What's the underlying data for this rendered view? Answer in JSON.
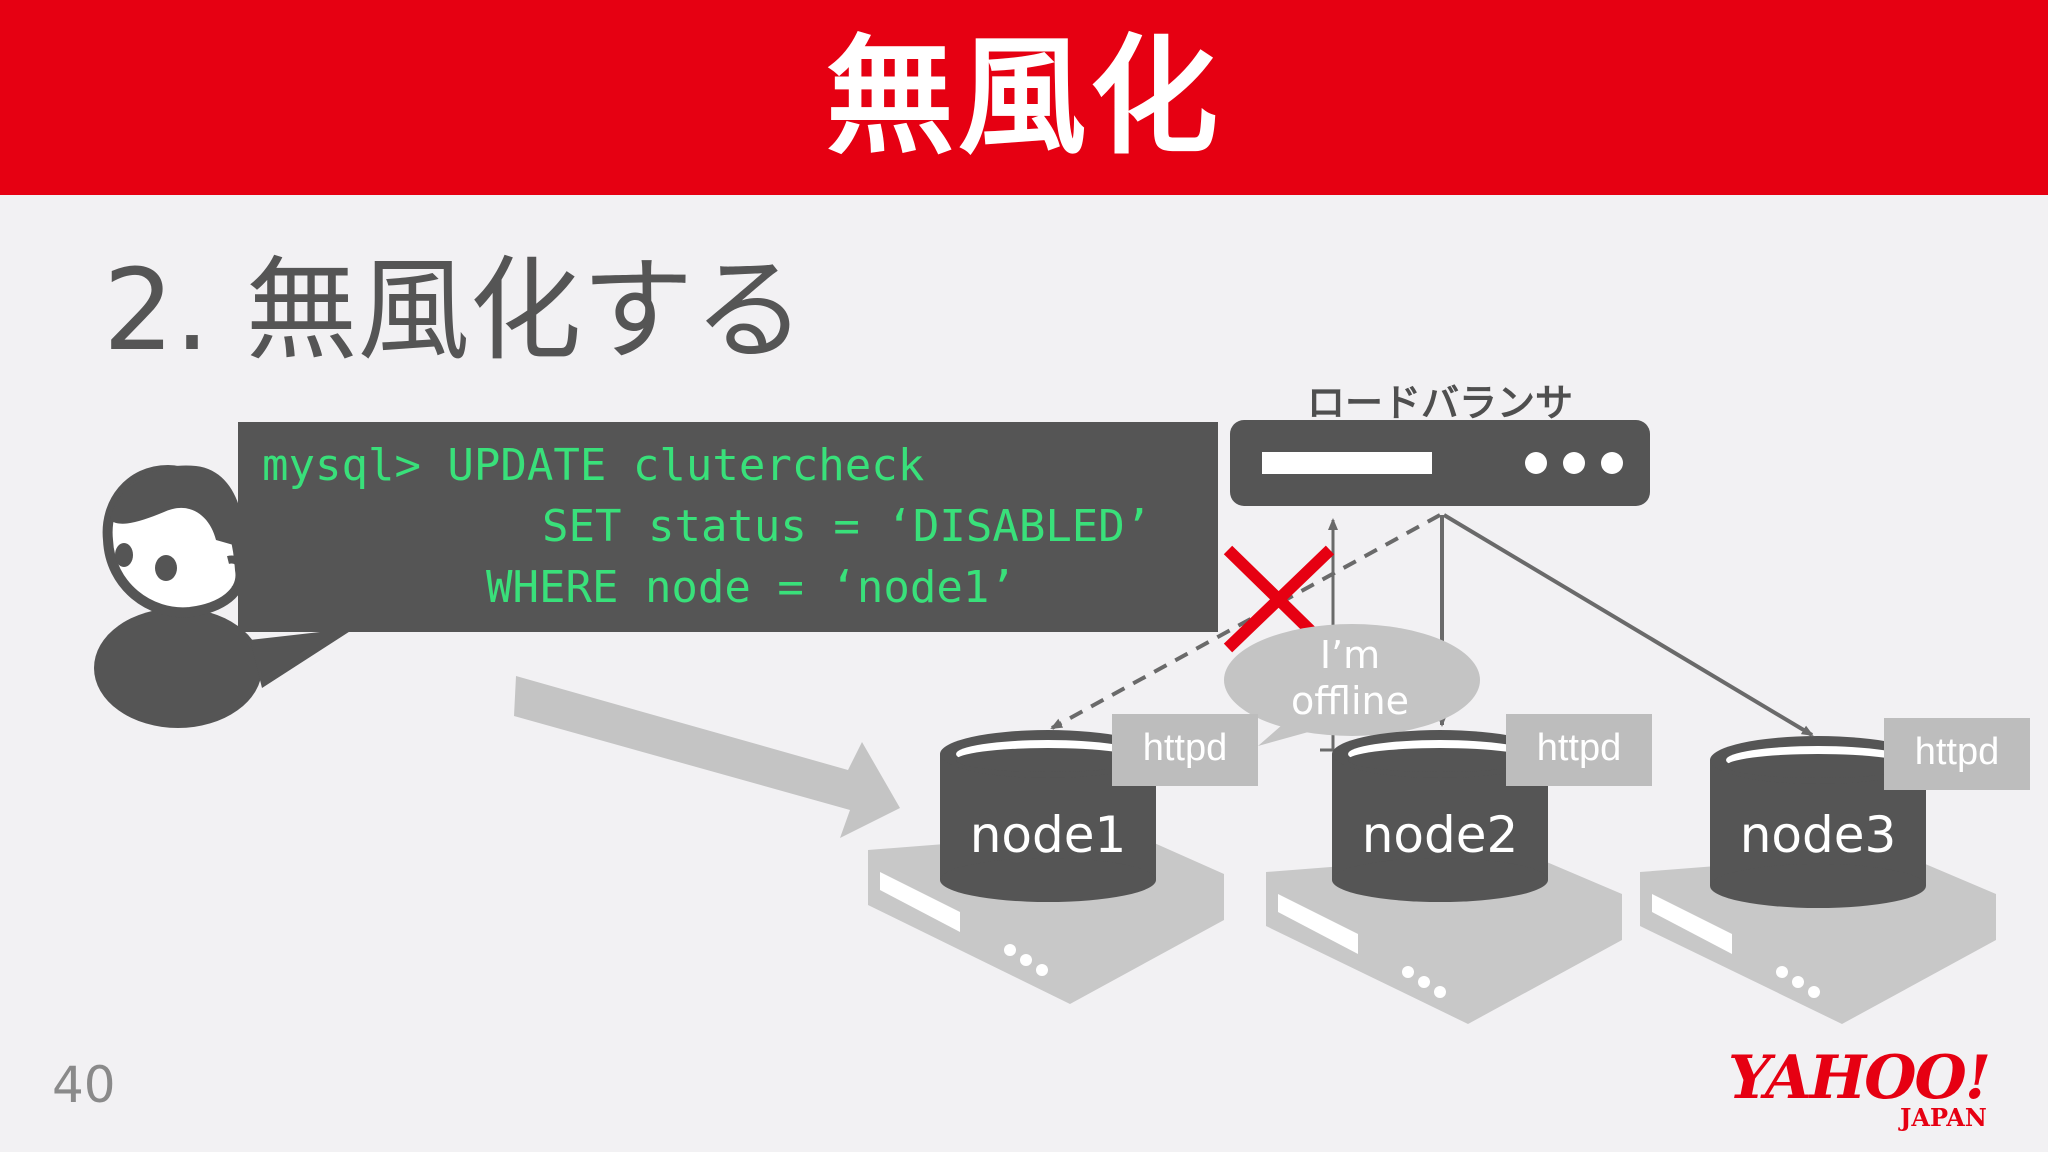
{
  "header": {
    "title": "無風化"
  },
  "subtitle": "2. 無風化する",
  "code": {
    "line1": "mysql> UPDATE clutercheck",
    "line2": "SET status = ‘DISABLED’",
    "line3": "WHERE node = ‘node1’"
  },
  "load_balancer": {
    "label": "ロードバランサ"
  },
  "bubble": {
    "line1": "I’m",
    "line2": "offline"
  },
  "nodes": [
    {
      "label": "node1",
      "service": "httpd"
    },
    {
      "label": "node2",
      "service": "httpd"
    },
    {
      "label": "node3",
      "service": "httpd"
    }
  ],
  "footer": {
    "page_number": "40",
    "logo_main": "YAHOO!",
    "logo_sub": "JAPAN"
  },
  "colors": {
    "brand_red": "#e60012",
    "dark_gray": "#555555",
    "code_green": "#39e07a",
    "light_gray": "#bdbdbd",
    "background": "#f2f1f3"
  }
}
